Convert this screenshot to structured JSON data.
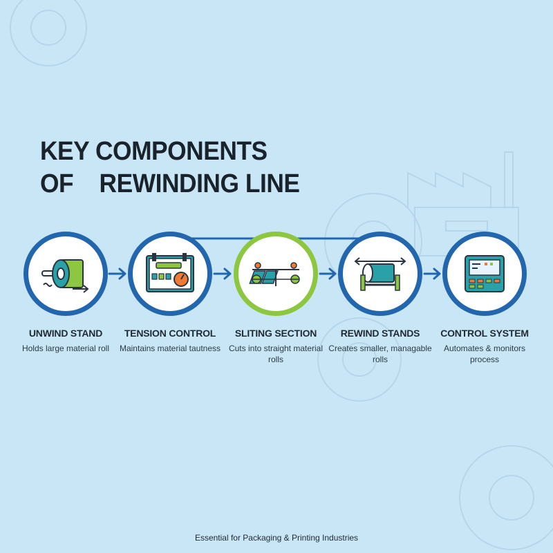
{
  "title": {
    "line1": "KEY COMPONENTS",
    "line2": "OF    REWINDING LINE"
  },
  "steps": [
    {
      "title": "UNWIND STAND",
      "description": "Holds large material roll",
      "icon": "material-roll-icon"
    },
    {
      "title": "TENSION CONTROL",
      "description": "Maintains material tautness",
      "icon": "tension-gauge-icon"
    },
    {
      "title": "SLITING SECTION",
      "description": "Cuts into straight material rolls",
      "icon": "slitting-blades-icon"
    },
    {
      "title": "REWIND STANDS",
      "description": "Creates smaller, managable rolls",
      "icon": "rewind-rolls-icon"
    },
    {
      "title": "CONTROL SYSTEM",
      "description": "Automates & monitors process",
      "icon": "control-panel-icon"
    }
  ],
  "footer": "Essential for Packaging & Printing Industries",
  "colors": {
    "background": "#c9e6f6",
    "ring": "#2266ad",
    "accent_ring": "#8dc63f",
    "teal": "#2aa1a8",
    "orange": "#f07a31",
    "green": "#8dc63f"
  }
}
